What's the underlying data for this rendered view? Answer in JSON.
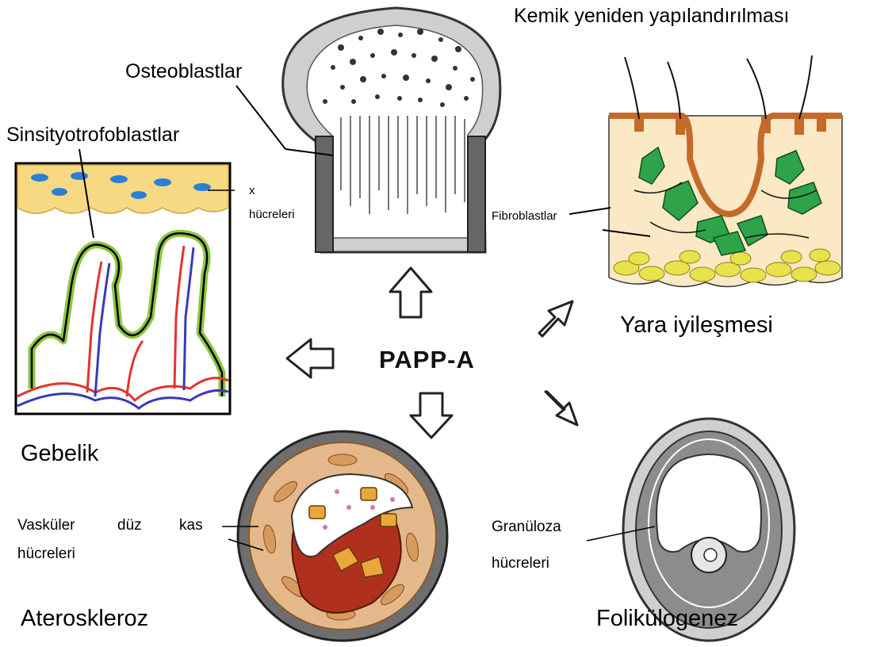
{
  "center_label": "PAPP-A",
  "labels": {
    "bone_remodeling": "Kemik yeniden yapılandırılması",
    "osteoblasts": "Osteoblastlar",
    "syncytiotrophoblasts": "Sinsityotrofoblastlar",
    "x": "x",
    "cells_x": "hücreleri",
    "fibroblasts": "Fibroblastlar",
    "wound_healing": "Yara iyileşmesi",
    "pregnancy": "Gebelik",
    "vsmc_1": "Vasküler",
    "vsmc_2": "düz",
    "vsmc_3": "kas",
    "vsmc_4": "hücreleri",
    "granulosa_1": "Granüloza",
    "granulosa_2": "hücreleri",
    "atherosclerosis": "Ateroskleroz",
    "folliculogenesis": "Folikülogenez"
  },
  "colors": {
    "placenta_fill": "#f7d984",
    "villus_green": "#8cc63f",
    "vessel_red": "#e3342f",
    "vessel_blue": "#3a3ab8",
    "bone_gray": "#b9b9b9",
    "bone_dark": "#555555",
    "skin_tan": "#fbe8c4",
    "skin_brown": "#c46a2a",
    "fibro_green": "#2fa34a",
    "fat_yellow": "#e9e24a",
    "artery_gray": "#6e6e6e",
    "artery_tan": "#e4b88a",
    "artery_red": "#b0301e",
    "follicle_gray": "#8c8c8c",
    "follicle_light": "#cfcfcf"
  },
  "icons": {
    "arrow_up": "arrow-up-icon",
    "arrow_left": "arrow-left-icon",
    "arrow_down": "arrow-down-icon",
    "arrow_up_right": "arrow-up-right-icon",
    "arrow_down_right": "arrow-down-right-icon"
  }
}
